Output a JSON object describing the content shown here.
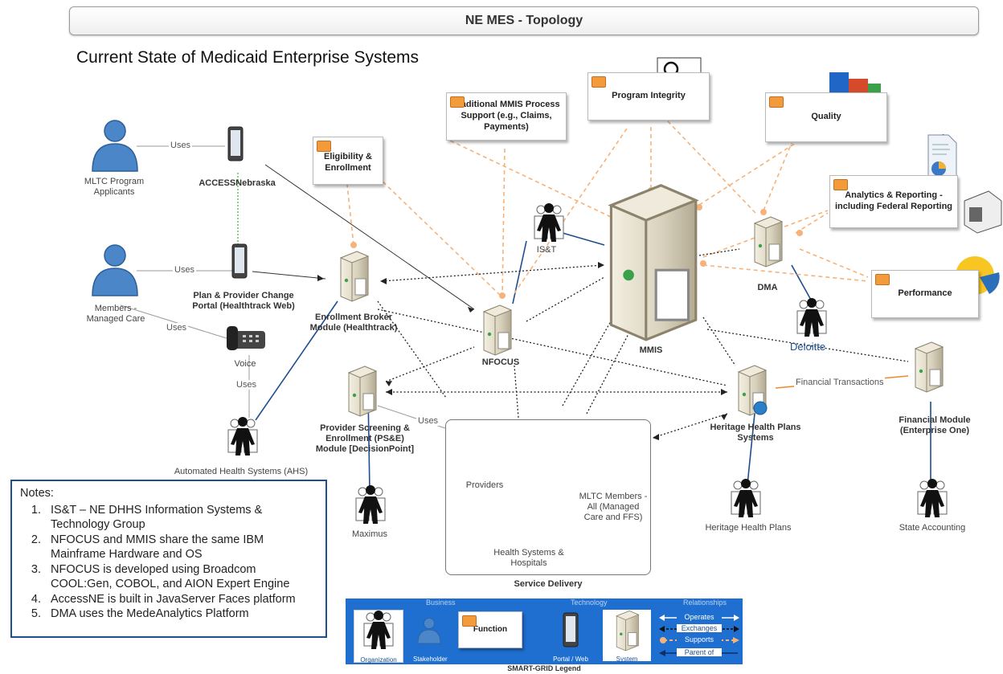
{
  "header": {
    "title": "NE MES - Topology"
  },
  "subtitle": "Current State of Medicaid Enterprise Systems",
  "functions": {
    "eligibility": "Eligibility & Enrollment",
    "traditional_mmis": "Traditional MMIS Process Support (e.g., Claims, Payments)",
    "program_integrity": "Program Integrity",
    "quality": "Quality",
    "analytics": "Analytics & Reporting - including Federal Reporting",
    "performance": "Performance"
  },
  "systems": {
    "access_nebraska": "ACCESSNebraska",
    "plan_provider_portal": "Plan & Provider Change Portal (Healthtrack Web)",
    "voice": "Voice",
    "enrollment_broker": "Enrollment Broker Module (Healthtrack)",
    "nfocus": "NFOCUS",
    "mmis": "MMIS",
    "dma": "DMA",
    "ps_e": "Provider Screening & Enrollment (PS&E) Module [DecisionPoint]",
    "heritage_systems": "Heritage Health Plans Systems",
    "financial_module": "Financial Module (Enterprise One)"
  },
  "stakeholders": {
    "mltc_applicants": "MLTC Program Applicants",
    "members_managed_care": "Members - Managed Care",
    "providers": "Providers",
    "mltc_members": "MLTC Members - All (Managed Care and FFS)",
    "health_systems": "Health Systems & Hospitals"
  },
  "organizations": {
    "ist": "IS&T",
    "deloitte": "Deloitte",
    "ahs": "Automated Health Systems (AHS)",
    "maximus": "Maximus",
    "heritage_plans": "Heritage Health Plans",
    "state_accounting": "State Accounting"
  },
  "connectors": {
    "uses": "Uses",
    "financial_transactions": "Financial Transactions"
  },
  "service_delivery": {
    "label": "Service Delivery"
  },
  "notes": {
    "title": "Notes:",
    "items": [
      "IS&T – NE DHHS Information Systems & Technology Group",
      "NFOCUS and MMIS share the same IBM Mainframe Hardware and OS",
      "NFOCUS is developed using Broadcom COOL:Gen, COBOL, and AION Expert Engine",
      "AccessNE is built in JavaServer Faces platform",
      "DMA uses the MedeAnalytics Platform"
    ]
  },
  "legend": {
    "title": "SMART-GRID Legend",
    "business": "Business",
    "technology": "Technology",
    "relationships": "Relationships",
    "organization": "Organization",
    "stakeholder": "Stakeholder",
    "function": "Function",
    "portal": "Portal / Web",
    "system": "System",
    "operates": "Operates",
    "exchanges": "Exchanges",
    "supports": "Supports",
    "parent_of": "Parent of"
  },
  "colors": {
    "accent_blue": "#1d4e8f",
    "supports_orange": "#f5a55a",
    "legend_bg": "#1f6fd0",
    "stakeholder_blue": "#4a86c8"
  }
}
